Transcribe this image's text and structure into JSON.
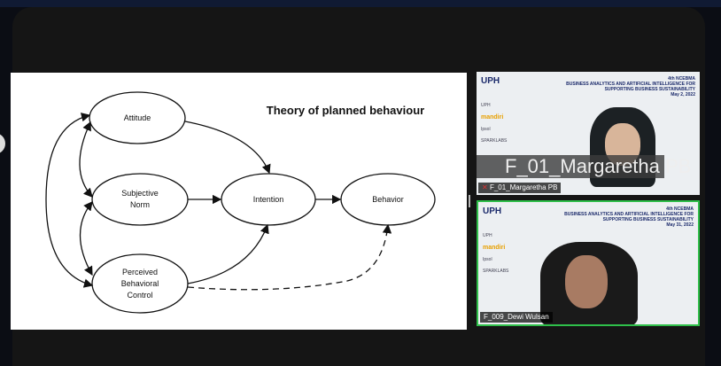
{
  "slide": {
    "title": "Theory of planned behaviour",
    "nodes": {
      "attitude": "Attitude",
      "subjective_norm": [
        "Subjective",
        "Norm"
      ],
      "pbc": [
        "Perceived",
        "Behavioral",
        "Control"
      ],
      "intention": "Intention",
      "behavior": "Behavior"
    }
  },
  "participants": [
    {
      "name": "F_01_Margaretha PB",
      "display_name": "F_01_Margaretha PB",
      "muted": true,
      "logo": "UPH",
      "conference": [
        "4th NCEBMA",
        "BUSINESS ANALYTICS AND ARTIFICIAL INTELLIGENCE FOR",
        "SUPPORTING BUSINESS SUSTAINABILITY",
        "May 2, 2022"
      ],
      "sponsors": [
        "UPH",
        "mandiri",
        "Ipsol",
        "SPARKLABS"
      ]
    },
    {
      "name": "F_009_Dewi Wulsan",
      "active_speaker": true,
      "logo": "UPH",
      "conference": [
        "4th NCEBMA",
        "BUSINESS ANALYTICS AND ARTIFICIAL INTELLIGENCE FOR",
        "SUPPORTING BUSINESS SUSTAINABILITY",
        "May 31, 2022"
      ],
      "sponsors": [
        "UPH",
        "mandiri",
        "Ipsol",
        "SPARKLABS"
      ]
    }
  ],
  "colors": {
    "active_speaker": "#2fbf4a",
    "muted": "#e03030"
  }
}
